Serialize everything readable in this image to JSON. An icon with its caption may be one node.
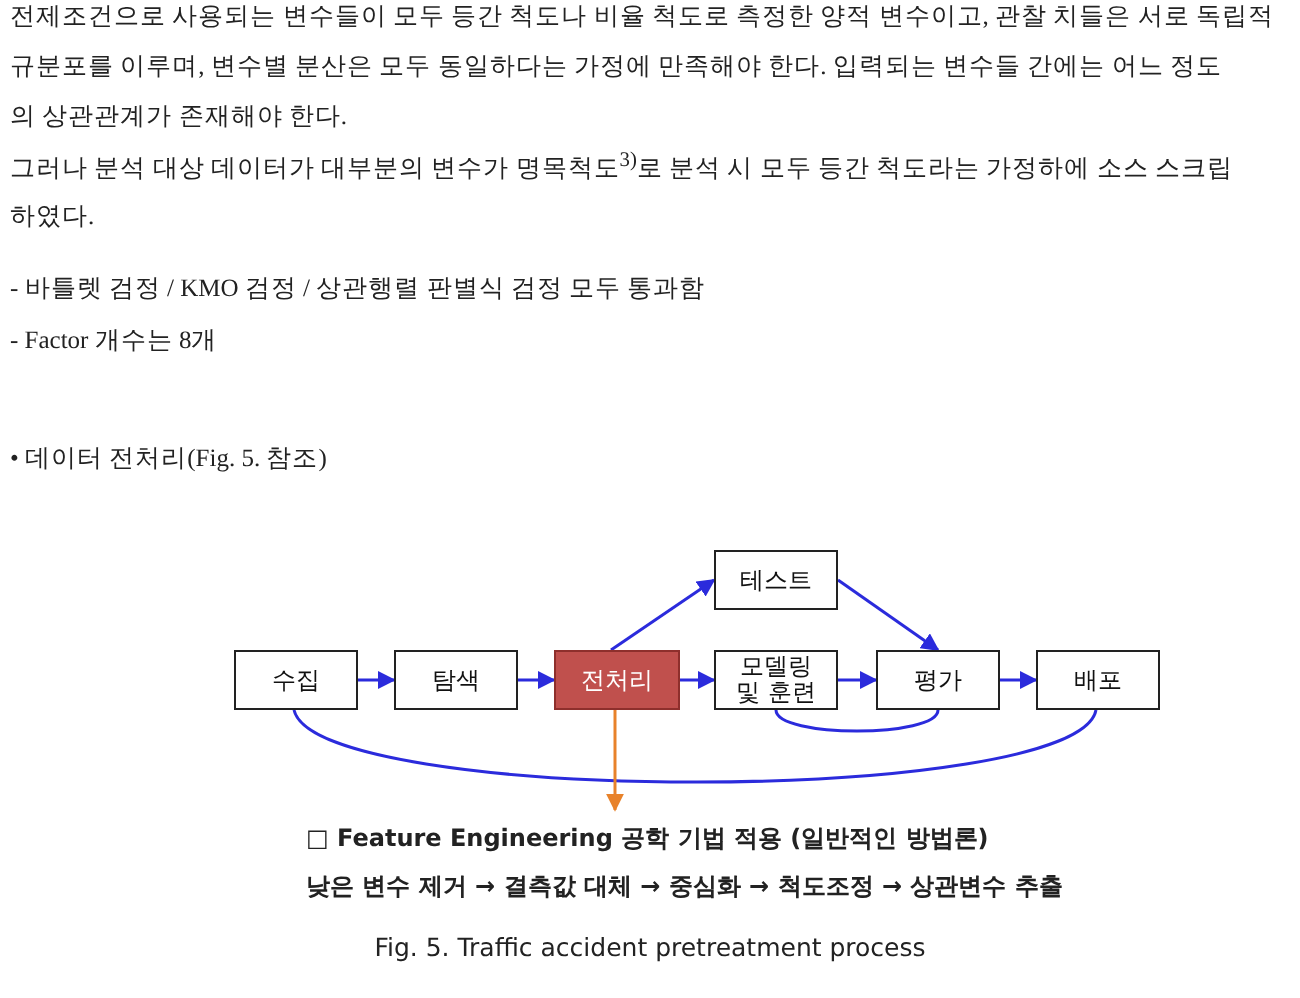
{
  "diagram": {
    "caption": "Fig. 5. Traffic accident pretreatment process",
    "nodes": [
      {
        "text": [
          "수집"
        ]
      },
      {
        "text": [
          "탐색"
        ]
      },
      {
        "text": [
          "전처리"
        ]
      },
      {
        "text": [
          "테스트"
        ]
      },
      {
        "text": [
          "모델링 및 훈련"
        ]
      },
      {
        "text": [
          "평가"
        ]
      },
      {
        "text": [
          "배포"
        ]
      },
      {
        "text": [
          "□ Feature Engineering 공학 기법 적용 (일반적인 방법론)",
          "낮은 변수 제거 → 결측값 대체 → 중심화 → 척도조정 → 상관변수 추출"
        ]
      }
    ],
    "edges": [
      {
        "from": 0,
        "to": 1,
        "arrow": "to"
      },
      {
        "from": 1,
        "to": 2,
        "arrow": "to"
      },
      {
        "from": 2,
        "to": 4,
        "arrow": "to"
      },
      {
        "from": 4,
        "to": 5,
        "arrow": "to"
      },
      {
        "from": 5,
        "to": 6,
        "arrow": "to"
      },
      {
        "from": 2,
        "to": 3,
        "arrow": "to"
      },
      {
        "from": 3,
        "to": 5,
        "arrow": "to"
      },
      {
        "from": 4,
        "to": 5,
        "arrow": "none"
      },
      {
        "from": 0,
        "to": 6,
        "arrow": "none"
      },
      {
        "from": 2,
        "to": 7,
        "arrow": "to",
        "color": "#e8822a"
      }
    ],
    "labels": [
      "전제조건으로 사용되는 변수들이 모두 등간 척도나 비율 척도로 측정한 양적 변수이고, 관찰 치들은 서로 독립적",
      "규분포를 이루며, 변수별 분산은 모두 동일하다는 가정에 만족해야 한다. 입력되는 변수들 간에는 어느 정도",
      "의 상관관계가 존재해야 한다.",
      "그러나 분석 대상 데이터가 대부분의 변수가 명목척도$^{3)}$로 분석 시 모두 등간 척도라는 가정하에 소스 스크립",
      "하였다.",
      "- 바틀렛 검정 / KMO 검정 / 상관행렬 판별식 검정 모두 통과함",
      "- Factor 개수는 8개",
      "• 데이터 전처리(Fig. 5. 참조)"
    ]
  }
}
